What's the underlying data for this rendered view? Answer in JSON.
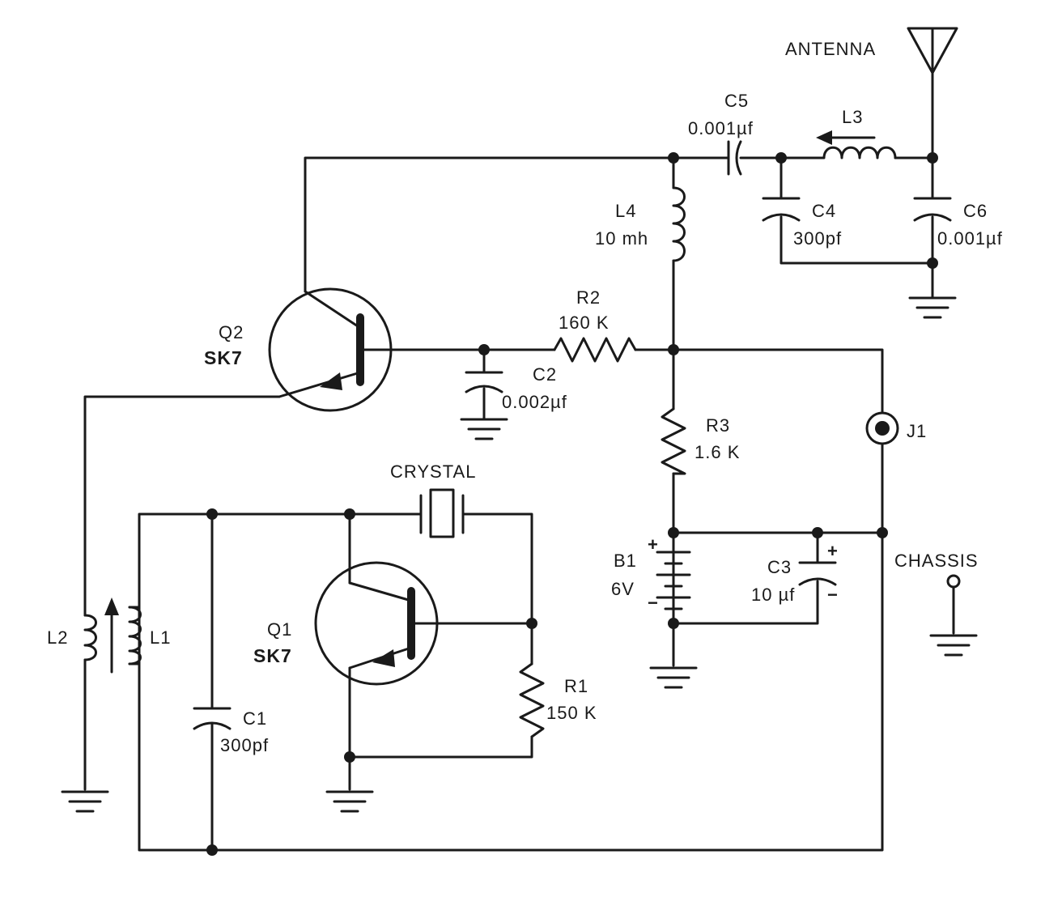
{
  "components": {
    "antenna": {
      "label": "ANTENNA"
    },
    "c5": {
      "ref": "C5",
      "value": "0.001µf"
    },
    "l3": {
      "ref": "L3"
    },
    "c4": {
      "ref": "C4",
      "value": "300pf"
    },
    "c6": {
      "ref": "C6",
      "value": "0.001µf"
    },
    "l4": {
      "ref": "L4",
      "value": "10 mh"
    },
    "r2": {
      "ref": "R2",
      "value": "160 K"
    },
    "q2": {
      "ref": "Q2",
      "type": "SK7"
    },
    "c2": {
      "ref": "C2",
      "value": "0.002µf"
    },
    "r3": {
      "ref": "R3",
      "value": "1.6 K"
    },
    "j1": {
      "ref": "J1"
    },
    "crystal": {
      "label": "CRYSTAL"
    },
    "b1": {
      "ref": "B1",
      "value": "6V"
    },
    "c3": {
      "ref": "C3",
      "value": "10 µf"
    },
    "chassis": {
      "label": "CHASSIS"
    },
    "q1": {
      "ref": "Q1",
      "type": "SK7"
    },
    "l2": {
      "ref": "L2"
    },
    "l1": {
      "ref": "L1"
    },
    "r1": {
      "ref": "R1",
      "value": "150 K"
    },
    "c1": {
      "ref": "C1",
      "value": "300pf"
    }
  },
  "polarity": {
    "plus": "+",
    "minus": "−"
  }
}
